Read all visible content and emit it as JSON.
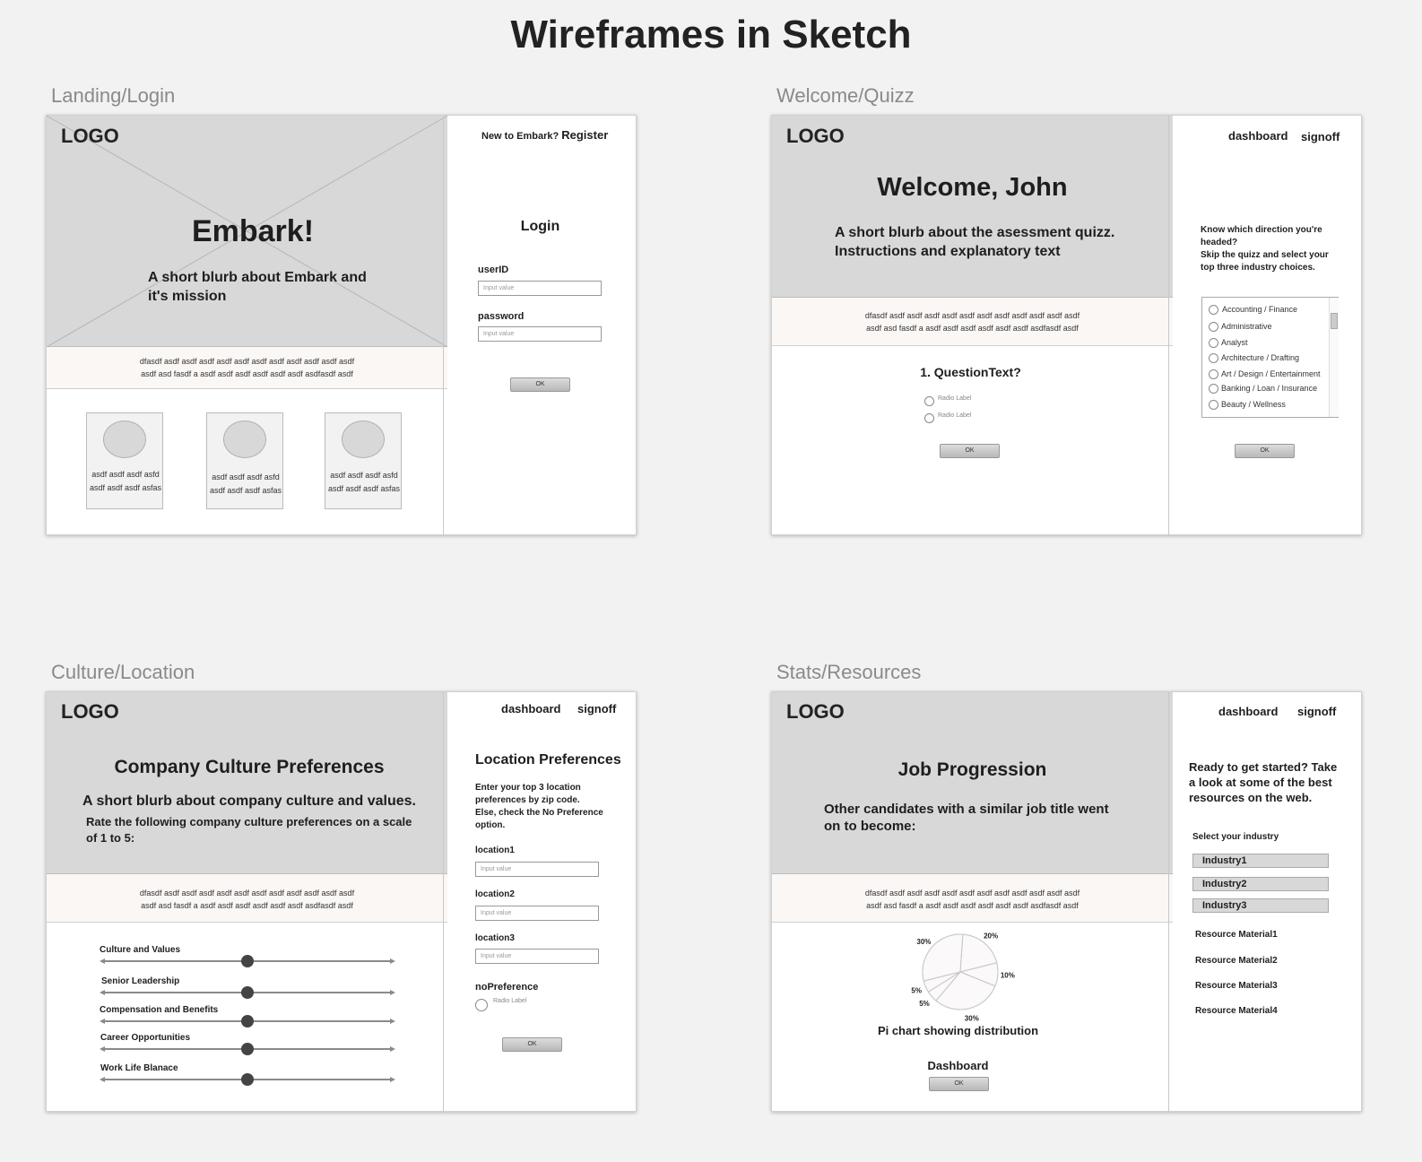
{
  "page_title": "Wireframes in Sketch",
  "boards": {
    "landing": {
      "label": "Landing/Login",
      "logo": "LOGO",
      "hero_title": "Embark!",
      "hero_blurb_1": "A short blurb about Embark and",
      "hero_blurb_2": "it's mission",
      "band_line_1": "dfasdf asdf asdf  asdf asdf  asdf asdf asdf asdf asdf asdf asdf",
      "band_line_2": "asdf asd fasdf a asdf asdf asdf asdf   asdf asdf asdfasdf asdf",
      "cards": [
        {
          "line1": "asdf asdf asdf asfd",
          "line2": "asdf asdf asdf asfas"
        },
        {
          "line1": "asdf asdf asdf asfd",
          "line2": "asdf asdf asdf asfas"
        },
        {
          "line1": "asdf asdf asdf asfd",
          "line2": "asdf asdf asdf asfas"
        }
      ],
      "new_to": "New to Embark?",
      "register": "Register",
      "login_title": "Login",
      "userid_label": "userID",
      "userid_placeholder": "Input value",
      "password_label": "password",
      "password_placeholder": "Input value",
      "ok": "OK"
    },
    "welcome": {
      "label": "Welcome/Quizz",
      "logo": "LOGO",
      "hero_title": "Welcome, John",
      "hero_blurb_1": "A short blurb about the asessment quizz.",
      "hero_blurb_2": "Instructions and explanatory text",
      "band_line_1": "dfasdf asdf asdf  asdf asdf  asdf asdf asdf asdf asdf asdf asdf",
      "band_line_2": "asdf asd fasdf a asdf asdf asdf asdf   asdf asdf asdfasdf asdf",
      "question": "1. QuestionText?",
      "radio_1": "Radio Label",
      "radio_2": "Radio Label",
      "ok": "OK",
      "nav_dashboard": "dashboard",
      "nav_signoff": "signoff",
      "skip_text_1": "Know which direction you're",
      "skip_text_2": "headed?",
      "skip_text_3": "Skip the quizz and select your",
      "skip_text_4": "top three industry choices.",
      "industries": [
        "Accounting / Finance",
        "Administrative",
        "Analyst",
        "Architecture / Drafting",
        "Art / Design / Entertainment",
        "Banking / Loan / Insurance",
        "Beauty / Wellness"
      ],
      "ok_right": "OK"
    },
    "culture": {
      "label": "Culture/Location",
      "logo": "LOGO",
      "hero_title": "Company Culture Preferences",
      "hero_blurb_1": "A short blurb about company culture and values.",
      "hero_blurb_2": "Rate the following company culture preferences on a scale",
      "hero_blurb_3": "of 1 to 5:",
      "band_line_1": "dfasdf asdf asdf  asdf asdf  asdf asdf asdf asdf asdf asdf asdf",
      "band_line_2": "asdf asd fasdf a asdf asdf asdf asdf   asdf asdf asdfasdf asdf",
      "sliders": [
        {
          "label": "Culture and Values",
          "value": 3
        },
        {
          "label": "Senior Leadership",
          "value": 3
        },
        {
          "label": "Compensation and Benefits",
          "value": 3
        },
        {
          "label": "Career Opportunities",
          "value": 3
        },
        {
          "label": "Work Life Blanace",
          "value": 3
        }
      ],
      "nav_dashboard": "dashboard",
      "nav_signoff": "signoff",
      "loc_title": "Location Preferences",
      "loc_text_1": "Enter your top 3 location",
      "loc_text_2": "preferences by zip code.",
      "loc_text_3": "Else, check the No Preference",
      "loc_text_4": "option.",
      "loc1_label": "location1",
      "loc2_label": "location2",
      "loc3_label": "location3",
      "placeholder": "Input value",
      "nopref_label": "noPreference",
      "nopref_radio": "Radio Label",
      "ok": "OK"
    },
    "stats": {
      "label": "Stats/Resources",
      "logo": "LOGO",
      "hero_title": "Job Progression",
      "hero_blurb_1": "Other candidates with a similar job title went",
      "hero_blurb_2": "on to become:",
      "band_line_1": "dfasdf asdf asdf  asdf asdf  asdf asdf asdf asdf asdf asdf asdf",
      "band_line_2": "asdf asd fasdf a asdf asdf asdf asdf   asdf asdf asdfasdf asdf",
      "pie_caption": "Pi chart showing distribution",
      "dashboard_label": "Dashboard",
      "ok": "OK",
      "nav_dashboard": "dashboard",
      "nav_signoff": "signoff",
      "ready_1": "Ready to get started? Take",
      "ready_2": "a look at some of the best",
      "ready_3": "resources on the web.",
      "select_industry": "Select your industry",
      "industries": [
        "Industry1",
        "Industry2",
        "Industry3"
      ],
      "resources": [
        "Resource Material1",
        "Resource Material2",
        "Resource Material3",
        "Resource Material4"
      ]
    }
  },
  "chart_data": {
    "type": "pie",
    "categories": [
      "20%",
      "10%",
      "30%",
      "5%",
      "5%",
      "30%"
    ],
    "values": [
      20,
      10,
      30,
      5,
      5,
      30
    ],
    "title": "Pi chart showing distribution"
  }
}
